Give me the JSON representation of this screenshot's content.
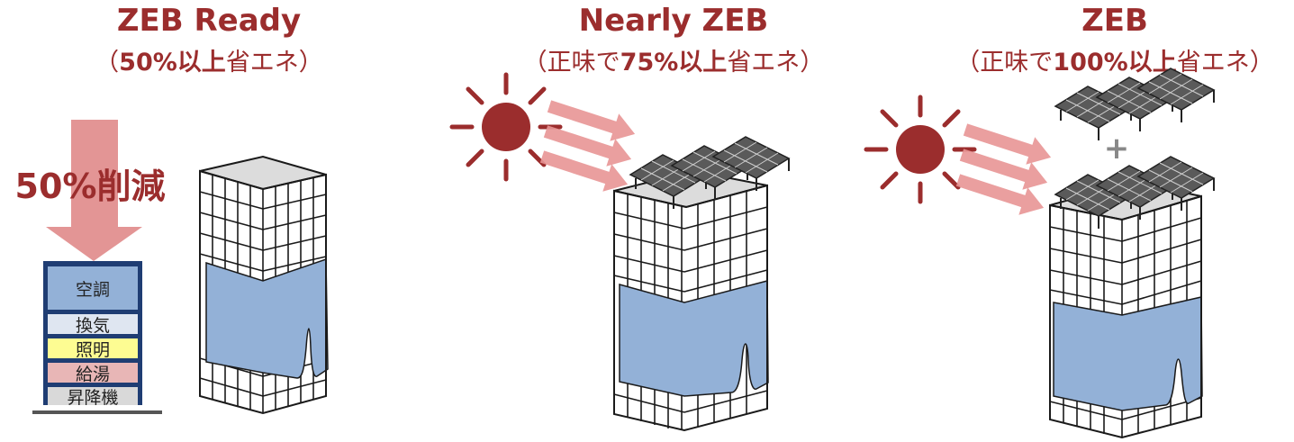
{
  "colors": {
    "title": "#9b2d2d",
    "sun": "#9b2d2d",
    "arrow": "#e08a8a",
    "cover": "#93b1d7",
    "stack_border": "#1f3d73",
    "aircon": "#93b1d7",
    "ventilation": "#dfe6f1",
    "lighting": "#fdfc92",
    "hot_water": "#e8b6b6",
    "elevator": "#d9d9d9"
  },
  "panels": [
    {
      "title": "ZEB Ready",
      "subtitle": {
        "open": "（",
        "pre": "",
        "bold": "50%以上",
        "post": "省エネ）"
      }
    },
    {
      "title": "Nearly ZEB",
      "subtitle": {
        "open": "（",
        "pre": "正味で",
        "bold": "75%以上",
        "post": "省エネ）"
      }
    },
    {
      "title": "ZEB",
      "subtitle": {
        "open": "（",
        "pre": "正味で",
        "bold": "100%以上",
        "post": "省エネ）"
      }
    }
  ],
  "reduction_label": "50%削減",
  "energy_stack": [
    "空調",
    "換気",
    "照明",
    "給湯",
    "昇降機"
  ],
  "plus_sign": "+",
  "icons": [
    "sun-icon",
    "solar-panel-icon",
    "office-building-icon",
    "reduction-arrow-icon"
  ]
}
